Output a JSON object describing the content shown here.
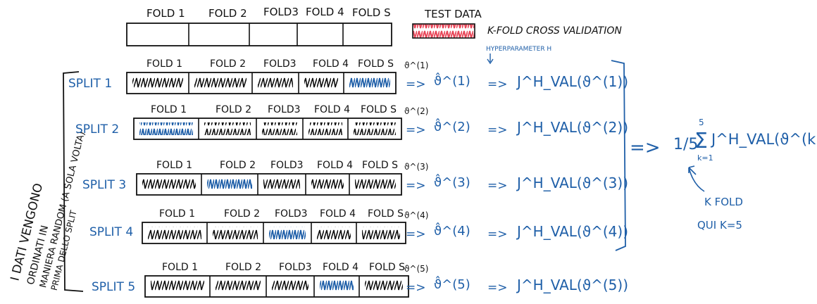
{
  "header": {
    "folds": [
      "FOLD 1",
      "FOLD 2",
      "FOLD3",
      "FOLD 4",
      "FOLD S"
    ],
    "test_data_label": "TEST DATA",
    "kfold_label": "K-FOLD CROSS VALIDATION"
  },
  "hyperparameter_label": "HYPERPARAMETER H",
  "side_note": [
    "I DATI VENGONO",
    "ORDINATI IN",
    "MANIERA RANDOM (A SOLA VOLTA)",
    "PRIMA DELLO SPLIT"
  ],
  "splits": [
    {
      "label": "SPLIT 1",
      "folds": [
        "FOLD 1",
        "FOLD 2",
        "FOLD3",
        "FOLD 4",
        "FOLD S"
      ],
      "val_index": 4,
      "theta_small": "ϑ^(1)",
      "theta": "ϑ̂^(1)",
      "jval": "J^H_VAL(ϑ^(1))"
    },
    {
      "label": "SPLIT 2",
      "folds": [
        "FOLD 1",
        "FOLD 2",
        "FOLD3",
        "FOLD 4",
        "FOLD S"
      ],
      "val_index": 0,
      "theta_small": "ϑ^(2)",
      "theta": "ϑ̂^(2)",
      "jval": "J^H_VAL(ϑ^(2))"
    },
    {
      "label": "SPLIT 3",
      "folds": [
        "FOLD 1",
        "FOLD 2",
        "FOLD3",
        "FOLD 4",
        "FOLD S"
      ],
      "val_index": 1,
      "theta_small": "ϑ^(3)",
      "theta": "ϑ̂^(3)",
      "jval": "J^H_VAL(ϑ^(3))"
    },
    {
      "label": "SPLIT 4",
      "folds": [
        "FOLD 1",
        "FOLD 2",
        "FOLD3",
        "FOLD 4",
        "FOLD S"
      ],
      "val_index": 2,
      "theta_small": "ϑ^(4)",
      "theta": "ϑ̂^(4)",
      "jval": "J^H_VAL(ϑ^(4))"
    },
    {
      "label": "SPLIT 5",
      "folds": [
        "FOLD 1",
        "FOLD 2",
        "FOLD3",
        "FOLD 4",
        "FOLD S"
      ],
      "val_index": 3,
      "theta_small": "ϑ^(5)",
      "theta": "ϑ̂^(5)",
      "jval": "J^H_VAL(ϑ^(5))"
    }
  ],
  "arrow": "=>",
  "formula": {
    "fraction": "1/5",
    "sum_top": "5",
    "sum_bottom": "k=1",
    "body": "J^H_VAL(ϑ^(k))"
  },
  "kfold_note": [
    "K FOLD",
    "QUI K=5"
  ],
  "colors": {
    "ink": "#111111",
    "blue": "#1f5fa8",
    "test": "#e8485a"
  }
}
